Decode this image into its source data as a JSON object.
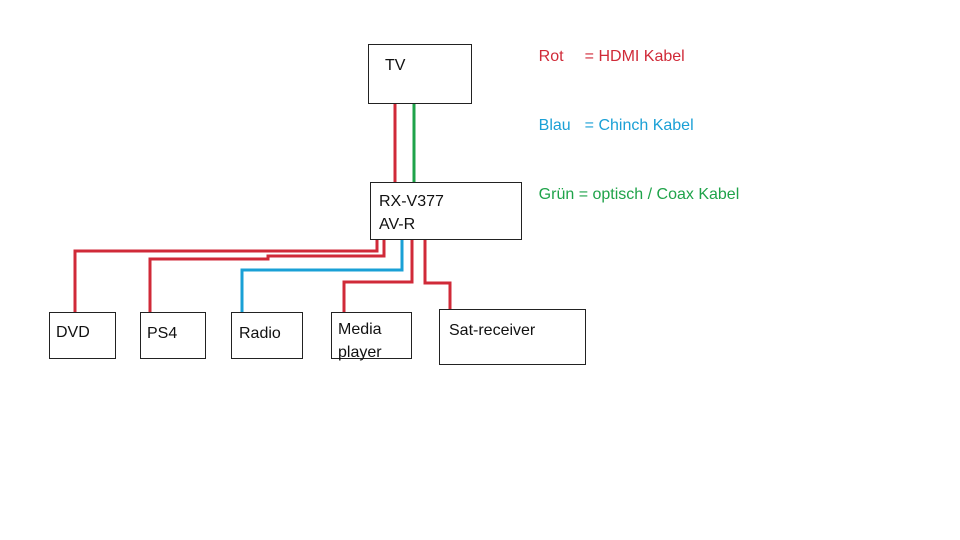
{
  "legend": [
    {
      "label": "Rot",
      "text": "= HDMI Kabel",
      "color": "#d02a38"
    },
    {
      "label": "Blau",
      "text": "= Chinch Kabel",
      "color": "#1aa0d6"
    },
    {
      "label": "Grün",
      "text": "= optisch / Coax Kabel",
      "color": "#1fa34a"
    }
  ],
  "devices": {
    "tv": {
      "label": "TV"
    },
    "receiver": {
      "line1": "RX-V377",
      "line2": "AV-R"
    },
    "dvd": {
      "label": "DVD"
    },
    "ps4": {
      "label": "PS4"
    },
    "radio": {
      "label": "Radio"
    },
    "media_player": {
      "line1": "Media",
      "line2": "player"
    },
    "sat_receiver": {
      "label": "Sat-receiver"
    }
  },
  "cable_colors": {
    "hdmi": "#d02a38",
    "cinch": "#1aa0d6",
    "optical": "#1fa34a"
  }
}
